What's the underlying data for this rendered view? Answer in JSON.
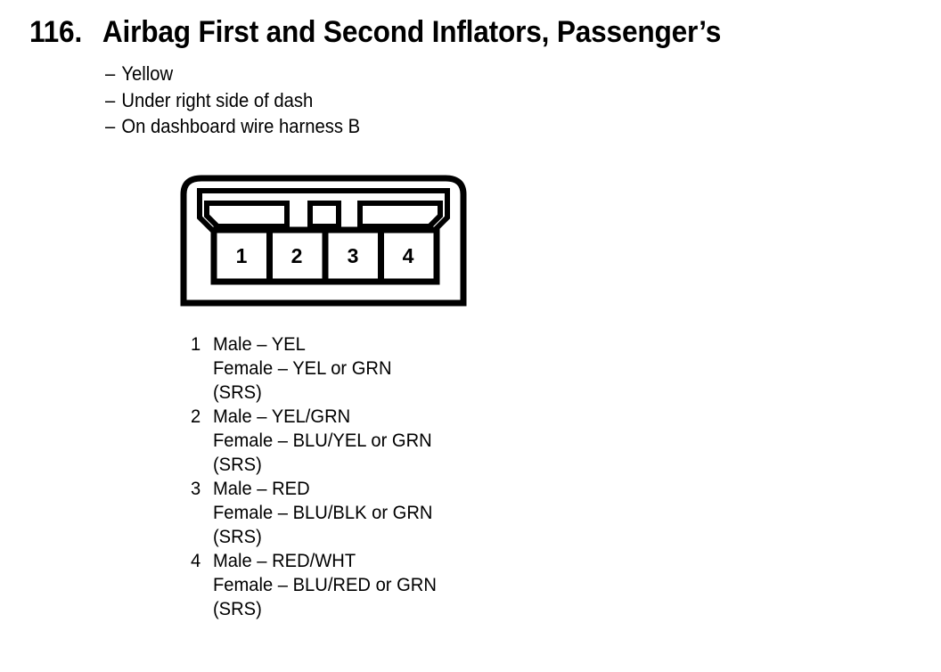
{
  "header": {
    "number": "116.",
    "title": "Airbag First and Second Inflators, Passenger’s"
  },
  "notes": {
    "dash": "–",
    "items": [
      "Yellow",
      "Under right side of dash",
      "On dashboard wire harness B"
    ]
  },
  "connector": {
    "pin_labels": [
      "1",
      "2",
      "3",
      "4"
    ],
    "stroke_color": "#000000",
    "fill_color": "#ffffff"
  },
  "pin_legend": [
    {
      "number": "1",
      "lines": [
        "Male – YEL",
        "Female – YEL or GRN",
        "(SRS)"
      ]
    },
    {
      "number": "2",
      "lines": [
        "Male – YEL/GRN",
        "Female – BLU/YEL or GRN",
        "(SRS)"
      ]
    },
    {
      "number": "3",
      "lines": [
        "Male – RED",
        "Female – BLU/BLK or GRN",
        "(SRS)"
      ]
    },
    {
      "number": "4",
      "lines": [
        "Male – RED/WHT",
        "Female – BLU/RED or GRN",
        "(SRS)"
      ]
    }
  ]
}
